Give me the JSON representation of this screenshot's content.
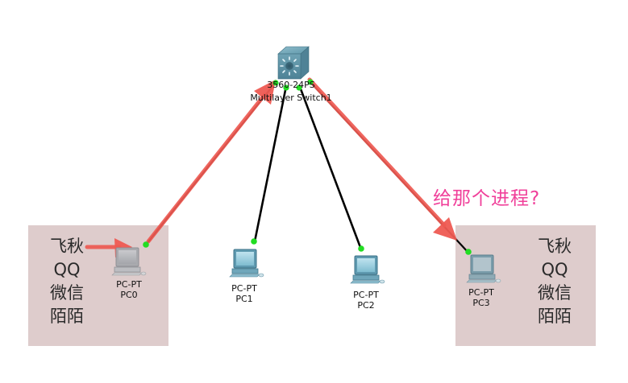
{
  "diagram": {
    "type": "network-topology",
    "switch": {
      "id": "Multilayer Switch1",
      "model": "3560-24PS",
      "name": "Multilayer Switch1",
      "icon": "multilayer-switch-icon"
    },
    "pcs": [
      {
        "id": "PC0",
        "model": "PC-PT",
        "name": "PC0",
        "icon": "pc-icon",
        "state": "faded"
      },
      {
        "id": "PC1",
        "model": "PC-PT",
        "name": "PC1",
        "icon": "pc-icon",
        "state": "normal"
      },
      {
        "id": "PC2",
        "model": "PC-PT",
        "name": "PC2",
        "icon": "pc-icon",
        "state": "normal"
      },
      {
        "id": "PC3",
        "model": "PC-PT",
        "name": "PC3",
        "icon": "pc-icon",
        "state": "faded"
      }
    ],
    "links": [
      {
        "from": "Multilayer Switch1",
        "to": "PC0",
        "status": "up",
        "highlighted": true
      },
      {
        "from": "Multilayer Switch1",
        "to": "PC1",
        "status": "up",
        "highlighted": false
      },
      {
        "from": "Multilayer Switch1",
        "to": "PC2",
        "status": "up",
        "highlighted": false
      },
      {
        "from": "Multilayer Switch1",
        "to": "PC3",
        "status": "up",
        "highlighted": true
      }
    ],
    "arrows": [
      {
        "from": "apps-left",
        "to": "PC0",
        "meaning": "applications on PC0"
      },
      {
        "from": "PC0",
        "to": "Multilayer Switch1",
        "meaning": "traffic to switch"
      },
      {
        "from": "Multilayer Switch1",
        "to": "PC3",
        "meaning": "traffic to PC3"
      }
    ],
    "app_boxes": {
      "left": {
        "attached_to": "PC0",
        "apps": [
          "飞秋",
          "QQ",
          "微信",
          "陌陌"
        ]
      },
      "right": {
        "attached_to": "PC3",
        "apps": [
          "飞秋",
          "QQ",
          "微信",
          "陌陌"
        ]
      }
    },
    "annotation": "给那个进程?",
    "colors": {
      "arrow": "#ee5a52",
      "annotation": "#f0409a",
      "link": "#000000",
      "port_up": "#22dd22",
      "app_box": "#dcc9c9",
      "switch_body": "#5d93a8"
    }
  }
}
